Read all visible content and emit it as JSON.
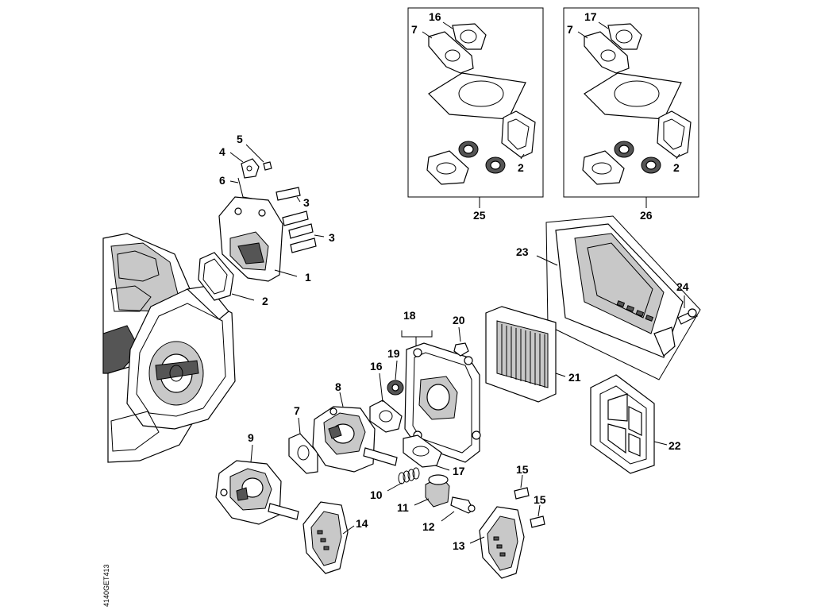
{
  "diagram": {
    "document_code": "4140GET413",
    "callouts": {
      "c1": "1",
      "c2a": "2",
      "c3a": "3",
      "c3b": "3",
      "c4": "4",
      "c5": "5",
      "c6": "6",
      "c7a": "7",
      "c8": "8",
      "c9": "9",
      "c10": "10",
      "c11": "11",
      "c12": "12",
      "c13": "13",
      "c14": "14",
      "c15a": "15",
      "c15b": "15",
      "c16a": "16",
      "c17a": "17",
      "c18": "18",
      "c19": "19",
      "c20": "20",
      "c21": "21",
      "c22": "22",
      "c23": "23",
      "c24": "24",
      "kit25_16": "16",
      "kit25_7": "7",
      "kit25_2": "2",
      "kit25_label": "25",
      "kit26_17": "17",
      "kit26_7": "7",
      "kit26_2": "2",
      "kit26_label": "26"
    }
  }
}
